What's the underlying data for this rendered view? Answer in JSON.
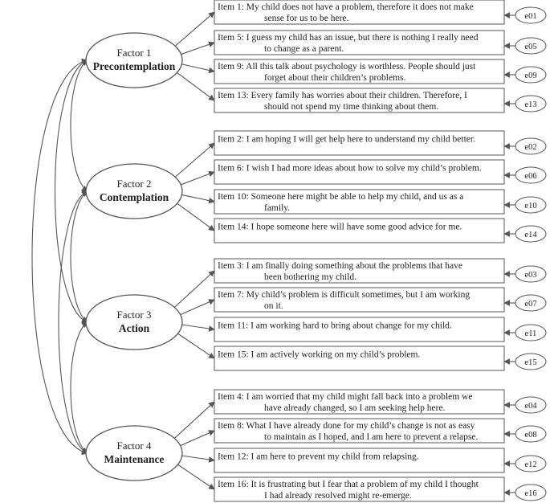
{
  "factors": [
    {
      "label": "Factor 1",
      "name": "Precontemplation",
      "items": [
        {
          "line1": "Item 1:  My child does not have a problem, therefore it does not make",
          "line2": "sense for us to be here.",
          "error": "e01"
        },
        {
          "line1": "Item 5:  I guess my child has an issue, but there is nothing I really need",
          "line2": "to change as a parent.",
          "error": "e05"
        },
        {
          "line1": "Item 9:  All this talk about psychology is worthless. People should just",
          "line2": "forget about their children’s problems.",
          "error": "e09"
        },
        {
          "line1": "Item 13:  Every family has worries about their children. Therefore, I",
          "line2": "should not spend my time thinking about them.",
          "error": "e13"
        }
      ]
    },
    {
      "label": "Factor 2",
      "name": "Contemplation",
      "items": [
        {
          "line1": "Item 2:  I am hoping I will get help here to understand my child better.",
          "line2": "",
          "error": "e02"
        },
        {
          "line1": "Item 6:  I wish I had more ideas about how to solve my child’s problem.",
          "line2": "",
          "error": "e06"
        },
        {
          "line1": "Item 10:  Someone here might be able to help my child, and us as a",
          "line2": "family.",
          "error": "e10"
        },
        {
          "line1": "Item 14:  I hope someone here will have some good advice for me.",
          "line2": "",
          "error": "e14"
        }
      ]
    },
    {
      "label": "Factor 3",
      "name": "Action",
      "items": [
        {
          "line1": "Item 3:  I am finally doing something about the problems that have",
          "line2": "been bothering my child.",
          "error": "e03"
        },
        {
          "line1": "Item 7:  My child’s problem is difficult sometimes, but I am working",
          "line2": "on it.",
          "error": "e07"
        },
        {
          "line1": "Item 11:  I am working hard to bring about change for my child.",
          "line2": "",
          "error": "e11"
        },
        {
          "line1": "Item 15:  I am actively working on my child’s problem.",
          "line2": "",
          "error": "e15"
        }
      ]
    },
    {
      "label": "Factor 4",
      "name": "Maintenance",
      "items": [
        {
          "line1": "Item 4:  I am worried that my child might fall back into a problem we",
          "line2": "have already changed, so I am seeking help here.",
          "error": "e04"
        },
        {
          "line1": "Item 8:  What I have already done for my child’s change is not as easy",
          "line2": "to maintain as I hoped, and I am here to prevent a relapse.",
          "error": "e08"
        },
        {
          "line1": "Item 12:  I am here to prevent my child from relapsing.",
          "line2": "",
          "error": "e12"
        },
        {
          "line1": "Item 16:  It is frustrating but I fear that a problem of my child I thought",
          "line2": "I had already resolved might re-emerge.",
          "error": "e16"
        }
      ]
    }
  ]
}
